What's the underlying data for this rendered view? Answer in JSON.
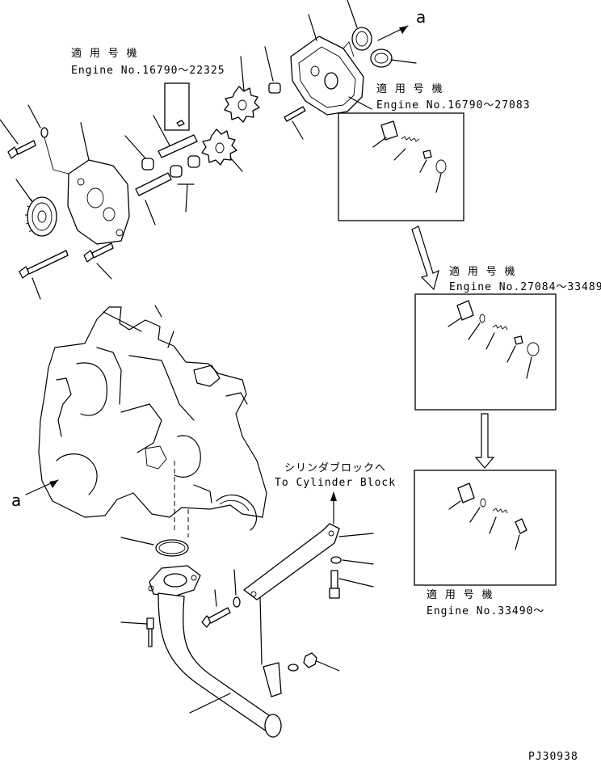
{
  "notes": {
    "pump_serial_label_jp": "適 用 号 機",
    "pump_serial_label_en": "Engine No.16790～22325",
    "inset1_label_jp": "適 用 号 機",
    "inset1_label_en": "Engine No.16790～27083",
    "inset2_label_jp": "適 用 号 機",
    "inset2_label_en": "Engine No.27084～33489",
    "inset3_label_jp": "適 用 号 機",
    "inset3_label_en": "Engine No.33490～",
    "to_block_jp": "シリンダブロックへ",
    "to_block_en": "To Cylinder Block",
    "view_ref_top": "a",
    "view_ref_left": "a",
    "drawing_code": "PJ30938"
  }
}
